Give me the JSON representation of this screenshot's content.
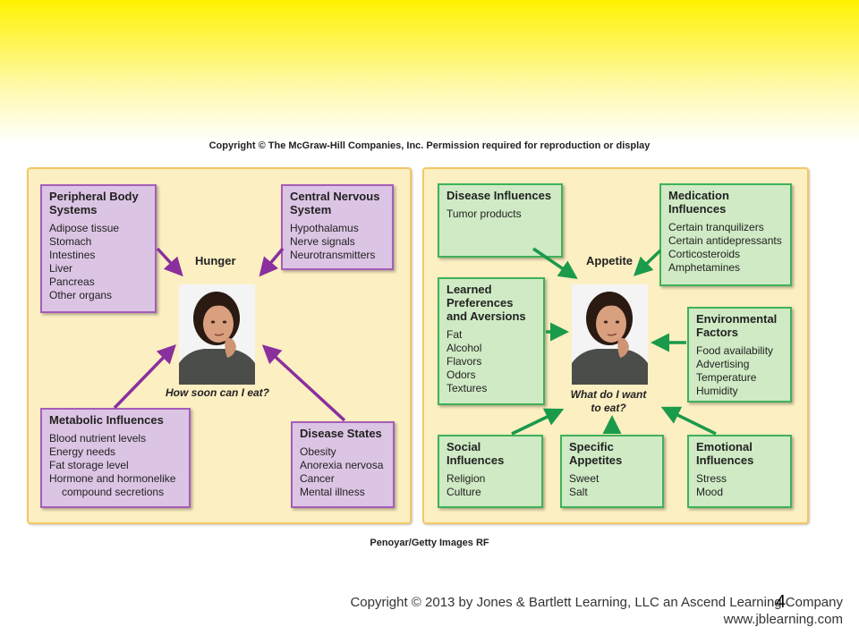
{
  "copyright_top": "Copyright © The McGraw-Hill Companies, Inc. Permission required for reproduction or display",
  "hunger": {
    "label": "Hunger",
    "question": "How soon can I eat?",
    "peripheral": {
      "title": "Peripheral Body Systems",
      "items": [
        "Adipose tissue",
        "Stomach",
        "Intestines",
        "Liver",
        "Pancreas",
        "Other organs"
      ]
    },
    "cns": {
      "title": "Central Nervous System",
      "items": [
        "Hypothalamus",
        "Nerve signals",
        "Neurotransmitters"
      ]
    },
    "metabolic": {
      "title": "Metabolic Influences",
      "items": [
        "Blood nutrient levels",
        "Energy needs",
        "Fat storage level",
        "Hormone and hormonelike",
        "compound secretions"
      ]
    },
    "disease": {
      "title": "Disease States",
      "items": [
        "Obesity",
        "Anorexia nervosa",
        "Cancer",
        "Mental illness"
      ]
    }
  },
  "appetite": {
    "label": "Appetite",
    "question_line1": "What do I want",
    "question_line2": "to eat?",
    "disease": {
      "title": "Disease Influences",
      "items": [
        "Tumor products"
      ]
    },
    "medication": {
      "title": "Medication Influences",
      "items": [
        "Certain tranquilizers",
        "Certain antidepressants",
        "Corticosteroids",
        "Amphetamines"
      ]
    },
    "learned": {
      "title": "Learned Preferences and Aversions",
      "items": [
        "Fat",
        "Alcohol",
        "Flavors",
        "Odors",
        "Textures"
      ]
    },
    "environmental": {
      "title": "Environmental Factors",
      "items": [
        "Food availability",
        "Advertising",
        "Temperature",
        "Humidity"
      ]
    },
    "social": {
      "title": "Social Influences",
      "items": [
        "Religion",
        "Culture"
      ]
    },
    "specific": {
      "title": "Specific Appetites",
      "items": [
        "Sweet",
        "Salt"
      ]
    },
    "emotional": {
      "title": "Emotional Influences",
      "items": [
        "Stress",
        "Mood"
      ]
    }
  },
  "photo_credit": "Penoyar/Getty Images RF",
  "footer": {
    "line1": "Copyright © 2013 by Jones & Bartlett Learning, LLC an Ascend Learning Company",
    "line2": "www.jblearning.com"
  },
  "page_number": "4",
  "colors": {
    "purple_fill": "#dcc4e4",
    "purple_border": "#a55eb8",
    "purple_arrow": "#8a2f9e",
    "green_fill": "#cfeac4",
    "green_border": "#3fb159",
    "green_arrow": "#1a9a4a",
    "panel_fill": "#fcefc2"
  }
}
